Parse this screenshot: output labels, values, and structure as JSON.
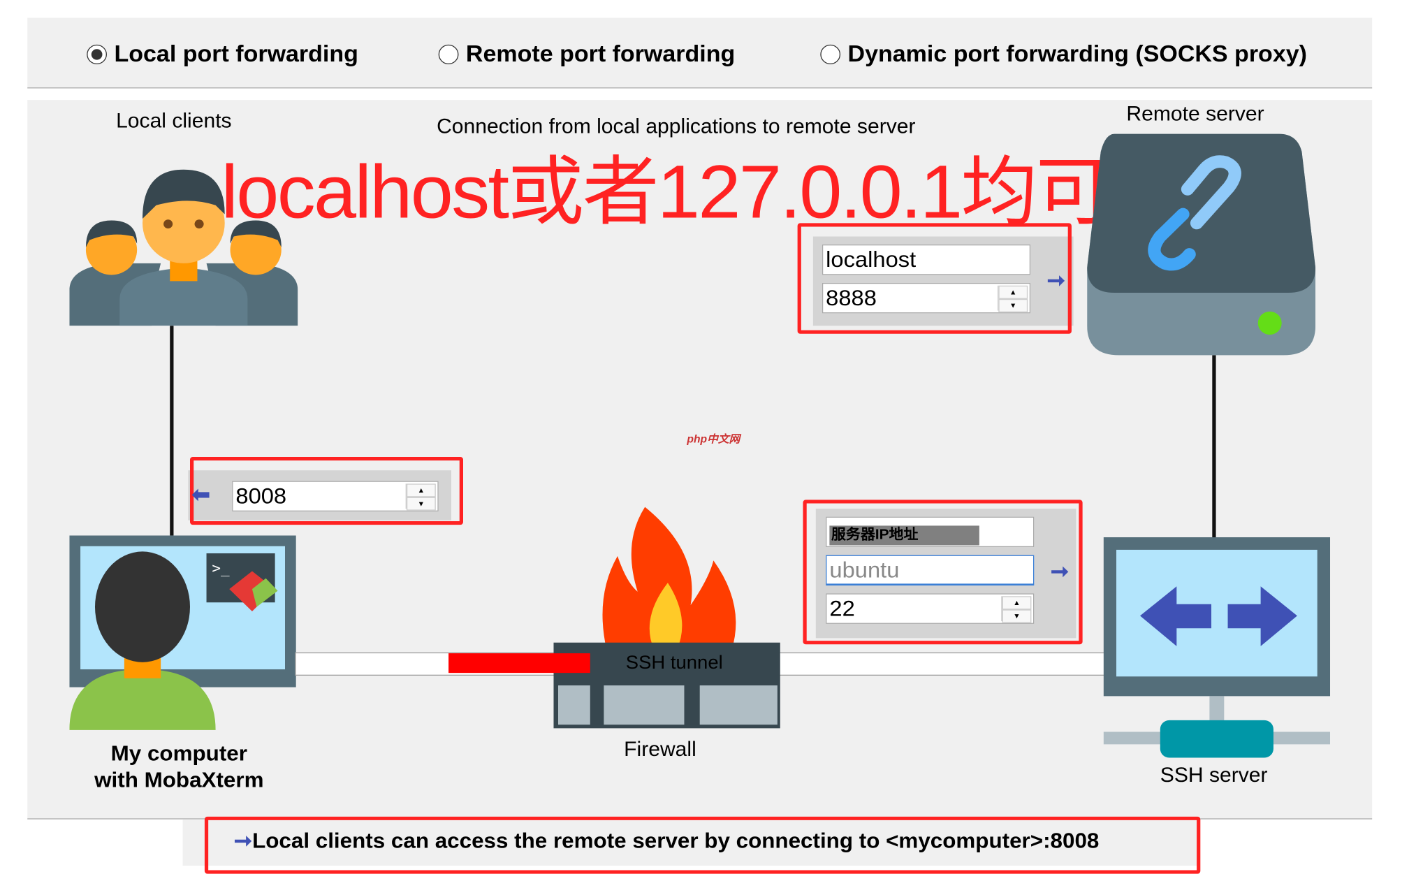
{
  "modes": [
    {
      "label": "Local port forwarding",
      "selected": true
    },
    {
      "label": "Remote port forwarding",
      "selected": false
    },
    {
      "label": "Dynamic port forwarding (SOCKS proxy)",
      "selected": false
    }
  ],
  "diagram": {
    "local_clients": "Local clients",
    "connection_label": "Connection from local applications to remote server",
    "remote_server": "Remote server",
    "annotation": "localhost或者127.0.0.1均可",
    "remote_host": "localhost",
    "remote_port": "8888",
    "local_port": "8008",
    "ssh_server_host": "服务器IP地址",
    "ssh_user_placeholder": "ubuntu",
    "ssh_port": "22",
    "ssh_tunnel": "SSH tunnel",
    "firewall": "Firewall",
    "my_computer_line1": "My computer",
    "my_computer_line2": "with MobaXterm",
    "ssh_server": "SSH server",
    "watermark": "php中文网"
  },
  "footer": {
    "message": "Local clients can access the remote server by connecting to <mycomputer>:8008"
  },
  "colors": {
    "highlight": "#ff2222",
    "arrow": "#3f51b5",
    "panel": "#f0f0f0"
  }
}
